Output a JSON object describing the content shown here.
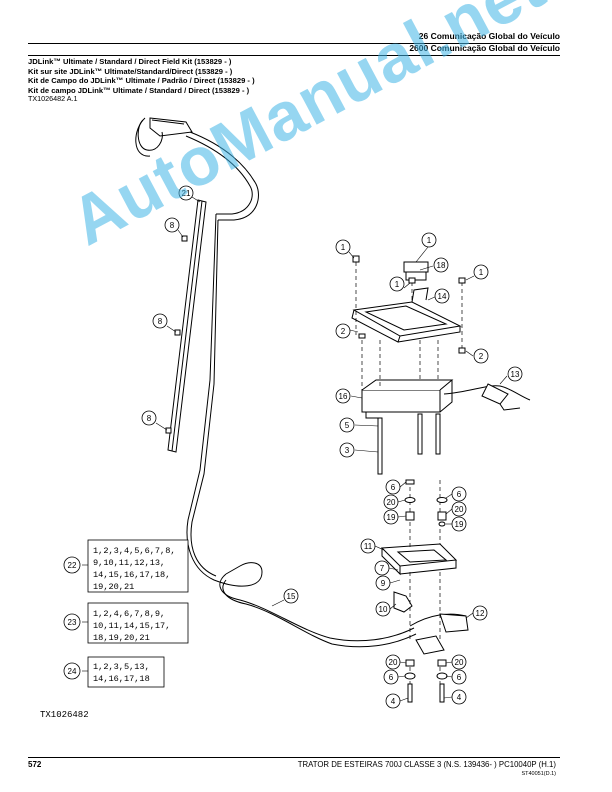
{
  "header": {
    "line1": "26 Comunicação Global do Veículo",
    "line2": "2600 Comunicação Global do Veículo"
  },
  "titles": [
    "JDLink™ Ultimate / Standard / Direct Field Kit (153829 - )",
    "Kit sur site JDLink™ Ultimate/Standard/Direct (153829 - )",
    "Kit de Campo do JDLink™ Ultimate / Padrão / Direct (153829 - )",
    "Kit de campo JDLink™ Ultimate / Standard / Direct (153829 - )"
  ],
  "figure_ref": "TX1026482 A.1",
  "drawing_id": "TX1026482",
  "callouts": [
    "1",
    "1",
    "1",
    "18",
    "1",
    "14",
    "2",
    "2",
    "13",
    "16",
    "5",
    "3",
    "6",
    "20",
    "19",
    "6",
    "20",
    "19",
    "11",
    "7",
    "9",
    "10",
    "12",
    "15",
    "20",
    "6",
    "4",
    "20",
    "6",
    "4",
    "21",
    "8",
    "8",
    "8"
  ],
  "groups": [
    {
      "id": "22",
      "lines": [
        "1,2,3,4,5,6,7,8,",
        "9,10,11,12,13,",
        "14,15,16,17,18,",
        "19,20,21"
      ]
    },
    {
      "id": "23",
      "lines": [
        "1,2,4,6,7,8,9,",
        "10,11,14,15,17,",
        "18,19,20,21"
      ]
    },
    {
      "id": "24",
      "lines": [
        "1,2,3,5,13,",
        "14,16,17,18"
      ]
    }
  ],
  "watermark": "AutoManual.net",
  "footer": {
    "page": "572",
    "title": "TRATOR DE ESTEIRAS 700J CLASSE 3 (N.S. 139436- )   PC10040P   (H.1)",
    "code": "ST40051(D.1)"
  }
}
